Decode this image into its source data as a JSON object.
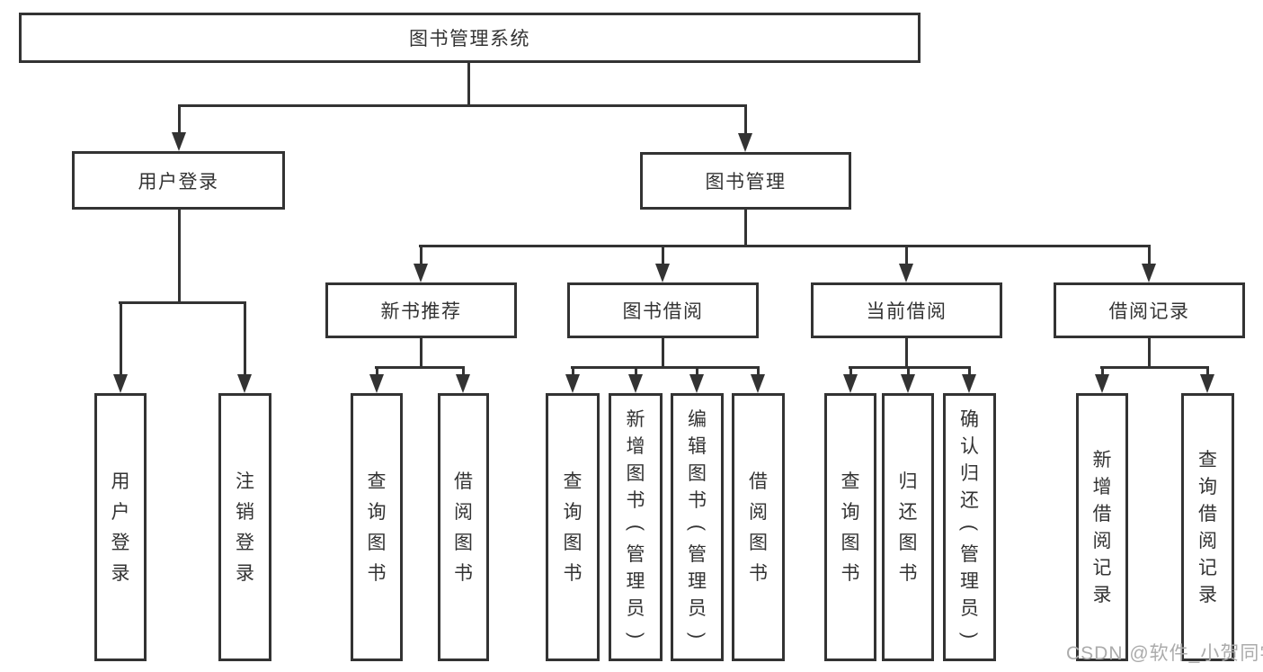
{
  "diagram": {
    "root": {
      "label": "图书管理系统"
    },
    "nodes": {
      "user_login": {
        "label": "用户登录"
      },
      "book_mgmt": {
        "label": "图书管理"
      },
      "new_book_rec": {
        "label": "新书推荐"
      },
      "book_borrow": {
        "label": "图书借阅"
      },
      "current_borrow": {
        "label": "当前借阅"
      },
      "borrow_records": {
        "label": "借阅记录"
      }
    },
    "leaves": [
      {
        "label": "用户登录"
      },
      {
        "label": "注销登录"
      },
      {
        "label": "查询图书"
      },
      {
        "label": "借阅图书"
      },
      {
        "label": "查询图书"
      },
      {
        "label": "新增图书（管理员）"
      },
      {
        "label": "编辑图书（管理员）"
      },
      {
        "label": "借阅图书"
      },
      {
        "label": "查询图书"
      },
      {
        "label": "归还图书"
      },
      {
        "label": "确认归还（管理员）"
      },
      {
        "label": "新增借阅记录"
      },
      {
        "label": "查询借阅记录"
      }
    ]
  },
  "watermark": {
    "text": "CSDN @软件_小贺同学"
  },
  "colors": {
    "line": "#333333",
    "box_border": "#333333",
    "text": "#333333",
    "watermark": "#ababab",
    "background": "#ffffff"
  }
}
